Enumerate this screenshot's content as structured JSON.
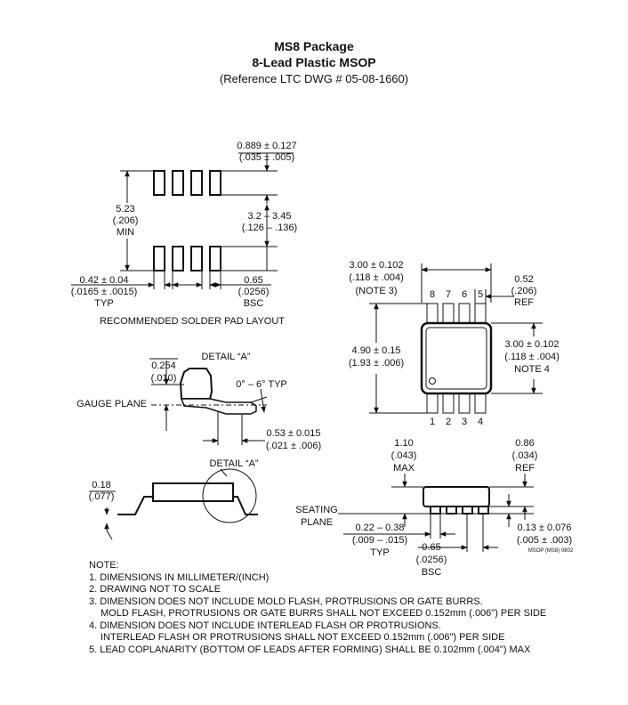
{
  "header": {
    "title": "MS8 Package",
    "subtitle": "8-Lead Plastic MSOP",
    "reference": "(Reference LTC DWG # 05-08-1660)"
  },
  "pad_layout": {
    "pad_width_mm": "0.889 ± 0.127",
    "pad_width_in": "(.035 ± .005)",
    "overall_mm": "5.23",
    "overall_in": "(.206)",
    "overall_note": "MIN",
    "inner_mm": "3.2 – 3.45",
    "inner_in": "(.126 – .136)",
    "pad_pitch_w_mm": "0.42 ± 0.04",
    "pad_pitch_w_in": "(.0165 ± .0015)",
    "pad_pitch_w_note": "TYP",
    "pitch_mm": "0.65",
    "pitch_in": "(.0256)",
    "pitch_note": "BSC",
    "caption": "RECOMMENDED SOLDER PAD LAYOUT"
  },
  "top_view": {
    "width_mm": "3.00 ± 0.102",
    "width_in": "(.118 ± .004)",
    "width_note": "(NOTE 3)",
    "pins_top": [
      "8",
      "7",
      "6",
      "5"
    ],
    "pins_bottom": [
      "1",
      "2",
      "3",
      "4"
    ],
    "ref_mm": "0.52",
    "ref_in": "(.206)",
    "ref_note": "REF",
    "overall_mm": "4.90 ± 0.15",
    "overall_in": "(1.93 ± .006)",
    "body_mm": "3.00 ± 0.102",
    "body_in": "(.118 ± .004)",
    "body_note": "NOTE 4"
  },
  "lead_detail": {
    "thick_mm": "0.254",
    "thick_in": "(.010)",
    "detail_label": "DETAIL “A”",
    "angle": "0° – 6° TYP",
    "gauge_plane": "GAUGE PLANE",
    "foot_mm": "0.53 ± 0.015",
    "foot_in": "(.021 ± .006)"
  },
  "detail_a": {
    "label": "DETAIL “A”",
    "dim_mm": "0.18",
    "dim_in": "(.077)"
  },
  "side_view": {
    "height_mm": "1.10",
    "height_in": "(.043)",
    "height_note": "MAX",
    "ref_mm": "0.86",
    "ref_in": "(.034)",
    "ref_note": "REF",
    "seating_plane_1": "SEATING",
    "seating_plane_2": "PLANE",
    "lead_w_mm": "0.22 – 0.38",
    "lead_w_in": "(.009 – .015)",
    "lead_w_note": "TYP",
    "pitch_mm": "0.65",
    "pitch_in": "(.0256)",
    "pitch_note": "BSC",
    "standoff_mm": "0.13 ± 0.076",
    "standoff_in": "(.005 ± .003)",
    "drawing_code": "MSOP (MS8) 0802"
  },
  "notes": {
    "heading": "NOTE:",
    "items": [
      "1. DIMENSIONS IN MILLIMETER/(INCH)",
      "2. DRAWING NOT TO SCALE",
      "3. DIMENSION DOES NOT INCLUDE MOLD FLASH, PROTRUSIONS OR GATE BURRS.",
      "MOLD FLASH, PROTRUSIONS OR GATE BURRS SHALL NOT EXCEED 0.152mm (.006\") PER SIDE",
      "4. DIMENSION DOES NOT INCLUDE INTERLEAD FLASH OR PROTRUSIONS.",
      "INTERLEAD FLASH OR PROTRUSIONS SHALL NOT EXCEED 0.152mm (.006\") PER SIDE",
      "5. LEAD COPLANARITY (BOTTOM OF LEADS AFTER FORMING) SHALL BE 0.102mm (.004\") MAX"
    ]
  }
}
